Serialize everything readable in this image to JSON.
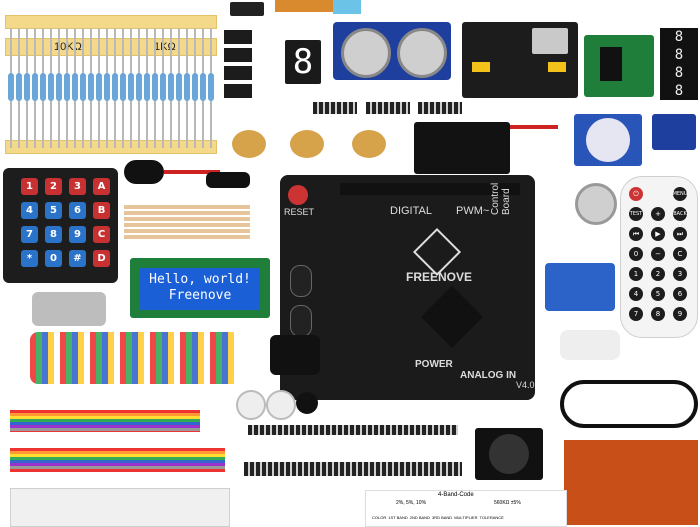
{
  "resistors": {
    "left_label": "10KΩ",
    "right_label": "1KΩ"
  },
  "lcd": {
    "line1": "Hello, world!",
    "line2": "Freenove"
  },
  "board": {
    "brand": "FREENOVE",
    "digital": "DIGITAL",
    "pwm": "PWM~",
    "control": "Control Board",
    "power": "POWER",
    "analog": "ANALOG IN",
    "version": "V4.0",
    "reset": "RESET"
  },
  "keypad": {
    "keys": [
      "1",
      "2",
      "3",
      "A",
      "4",
      "5",
      "6",
      "B",
      "7",
      "8",
      "9",
      "C",
      "*",
      "0",
      "#",
      "D"
    ]
  },
  "remote": {
    "top_right": "MENU",
    "test": "TEST",
    "back": "BACK",
    "c": "C",
    "numbers": [
      "0",
      "1",
      "2",
      "3",
      "4",
      "5",
      "6",
      "7",
      "8",
      "9"
    ]
  },
  "resistor_card": {
    "title": "4-Band-Code",
    "left_note": "2%, 5%, 10%",
    "right_note": "560KΩ ±5%",
    "columns": [
      "COLOR",
      "1ST BAND",
      "2ND BAND",
      "3RD BAND",
      "MULTIPLIER",
      "TOLERANCE"
    ]
  },
  "colors": {
    "resistor_body": "#6aa6d8",
    "board": "#1b1b1b",
    "lcd": "#1a5fd6",
    "pcb_green": "#1f7f3a",
    "pcb_blue": "#1f3f9f"
  }
}
